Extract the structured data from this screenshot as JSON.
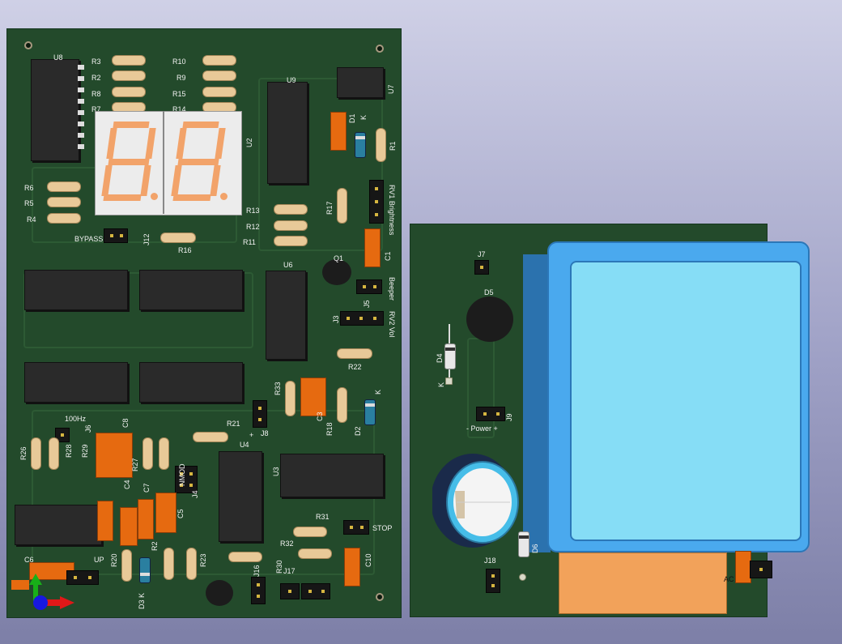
{
  "scene": {
    "background_top": "#cfd0e6",
    "background_bottom": "#7d7fa7",
    "board_color": "#234a2b"
  },
  "left_board": {
    "resistors": {
      "R3": "R3",
      "R2": "R2",
      "R8": "R8",
      "R7": "R7",
      "R10": "R10",
      "R9": "R9",
      "R15": "R15",
      "R14": "R14",
      "R6": "R6",
      "R5": "R5",
      "R4": "R4",
      "R13": "R13",
      "R12": "R12",
      "R11": "R11",
      "R16": "R16",
      "R17": "R17",
      "R1": "R1",
      "R22": "R22",
      "R33": "R33",
      "R18": "R18",
      "R21": "R21",
      "R26": "R26",
      "R28": "R28",
      "R29": "R29",
      "R27": "R27",
      "R31": "R31",
      "R32": "R32",
      "R30": "R30",
      "R20": "R20",
      "R23": "R23",
      "R2b": "R2"
    },
    "ics": {
      "U8": "U8",
      "U9": "U9",
      "U7": "U7",
      "U2": "U2",
      "U6": "U6",
      "U4": "U4",
      "U3": "U3"
    },
    "caps": {
      "C1": "C1",
      "C3": "C3",
      "C4": "C4",
      "C5": "C5",
      "C6": "C6",
      "C7": "C7",
      "C8": "C8",
      "C10": "C10"
    },
    "diodes": {
      "D1": "D1",
      "D2": "D2",
      "D3": "D3 K",
      "K1": "K",
      "K2": "K"
    },
    "headers": {
      "J12": "J12",
      "BYPASS": "BYPASS",
      "RV1": "RV1 Brightness",
      "J5": "J5",
      "Beeper": "Beeper",
      "J3": "J3",
      "RV2": "RV2 Vol",
      "J8": "J8",
      "J6": "J6",
      "J4": "J4",
      "NMOD": "NMOD",
      "STOP": "STOP",
      "UP": "UP",
      "J17": "J17",
      "J16": "J16",
      "Q1": "Q1",
      "hz": "100Hz",
      "plus": "+"
    },
    "display": {
      "digits": "8.8."
    }
  },
  "right_board": {
    "labels": {
      "J7": "J7",
      "D5": "D5",
      "D4": "D4",
      "K": "K",
      "power": "- Power +",
      "J9": "J9",
      "D6": "D6",
      "J18": "J18",
      "AC": "AC"
    }
  },
  "axis_gizmo": {
    "x_color": "#e01818",
    "y_color": "#18b018",
    "z_color": "#1818e0"
  }
}
